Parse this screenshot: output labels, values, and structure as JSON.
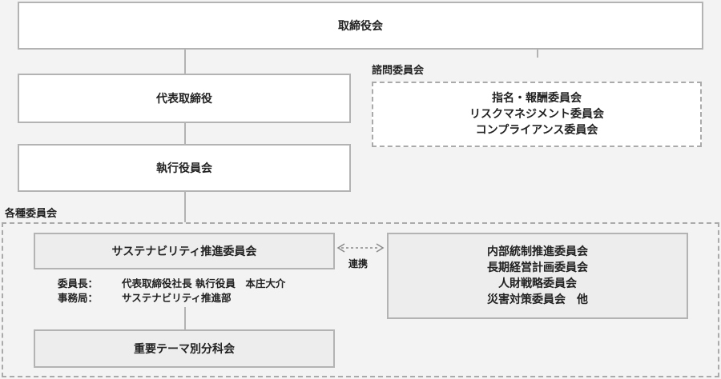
{
  "board": "取締役会",
  "advisory": {
    "title": "諮問委員会",
    "items": [
      "指名・報酬委員会",
      "リスクマネジメント委員会",
      "コンプライアンス委員会"
    ]
  },
  "president": "代表取締役",
  "executive": "執行役員会",
  "committees": {
    "title": "各種委員会",
    "sustainability": "サステナビリティ推進委員会",
    "link_label": "連携",
    "chair_key": "委員長：",
    "chair_value": "代表取締役社長 執行役員　本庄大介",
    "secretariat_key": "事務局：",
    "secretariat_value": "サステナビリティ推進部",
    "subcommittee": "重要テーマ別分科会",
    "others": [
      "内部統制推進委員会",
      "長期経営計画委員会",
      "人財戦略委員会",
      "災害対策委員会　他"
    ]
  }
}
